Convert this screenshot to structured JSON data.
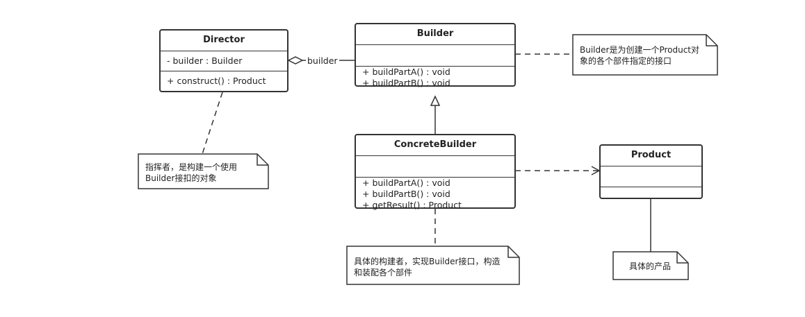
{
  "classes": {
    "director": {
      "name": "Director",
      "attributes": [
        "- builder : Builder"
      ],
      "operations": [
        "+ construct()  : Product"
      ]
    },
    "builder": {
      "name": "Builder",
      "attributes": [],
      "operations": [
        "+ buildPartA() : void",
        "+ buildPartB() : void"
      ]
    },
    "concrete_builder": {
      "name": "ConcreteBuilder",
      "attributes": [],
      "operations": [
        "+ buildPartA() : void",
        "+ buildPartB() : void",
        "+ getResult() : Product"
      ]
    },
    "product": {
      "name": "Product",
      "attributes": [],
      "operations": []
    }
  },
  "association_label": "builder",
  "notes": {
    "builder_note": [
      "Builder是为创建一个Product对",
      "象的各个部件指定的接口"
    ],
    "director_note": [
      "指挥者，是构建一个使用",
      "Builder接扣的对象"
    ],
    "concrete_note": [
      "具体的构建者，实现Builder接口，构造",
      "和装配各个部件"
    ],
    "product_note": [
      "具体的产品"
    ]
  },
  "colors": {
    "stroke": "#333333",
    "text": "#222222",
    "background": "#ffffff"
  }
}
